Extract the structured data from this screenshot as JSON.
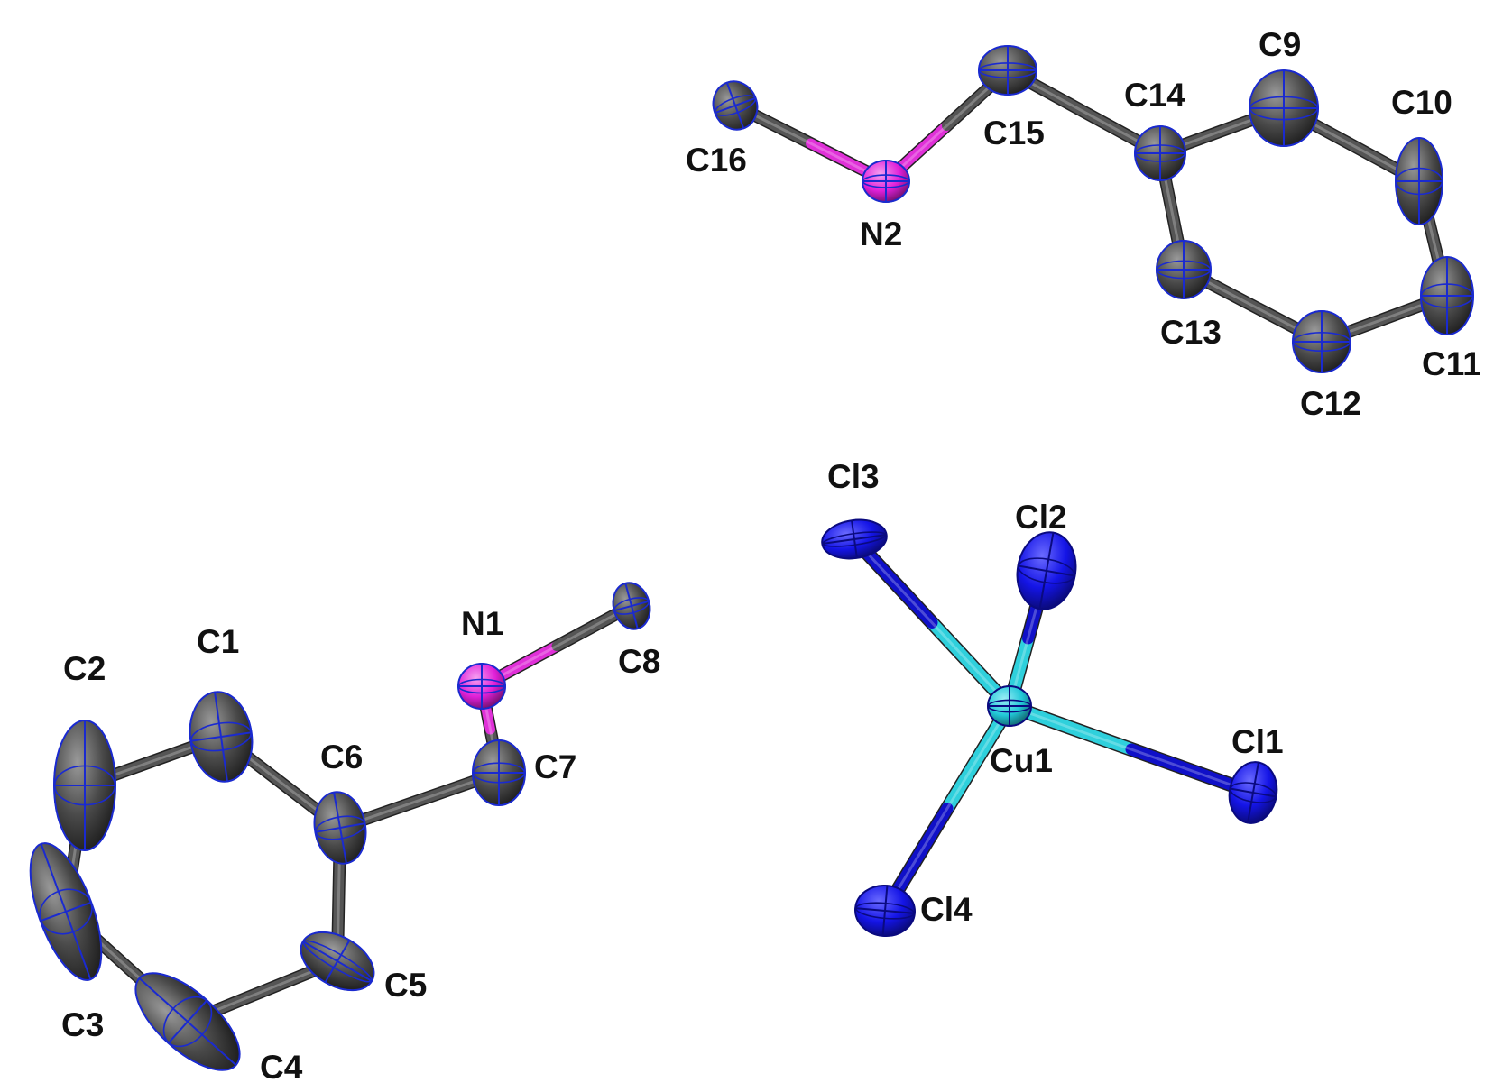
{
  "colors": {
    "carbon": "#4a4a4a",
    "carbon_highlight": "#9a9a9a",
    "nitrogen": "#e020d8",
    "nitrogen_highlight": "#f5a0f0",
    "chlorine": "#1414e6",
    "chlorine_highlight": "#6a6aff",
    "copper": "#22c8d8",
    "copper_highlight": "#9aeef6",
    "ellipse_outline": "#1a2ad0",
    "cu_bond": "#2fd0dc",
    "cl_bond": "#1010c8",
    "nh_bond": "#e030d8",
    "cc_bond": "#555555",
    "label": "#111111"
  },
  "atoms": [
    {
      "id": "C1",
      "label": "C1",
      "element": "C"
    },
    {
      "id": "C2",
      "label": "C2",
      "element": "C"
    },
    {
      "id": "C3",
      "label": "C3",
      "element": "C"
    },
    {
      "id": "C4",
      "label": "C4",
      "element": "C"
    },
    {
      "id": "C5",
      "label": "C5",
      "element": "C"
    },
    {
      "id": "C6",
      "label": "C6",
      "element": "C"
    },
    {
      "id": "C7",
      "label": "C7",
      "element": "C"
    },
    {
      "id": "C8",
      "label": "C8",
      "element": "C"
    },
    {
      "id": "N1",
      "label": "N1",
      "element": "N"
    },
    {
      "id": "C9",
      "label": "C9",
      "element": "C"
    },
    {
      "id": "C10",
      "label": "C10",
      "element": "C"
    },
    {
      "id": "C11",
      "label": "C11",
      "element": "C"
    },
    {
      "id": "C12",
      "label": "C12",
      "element": "C"
    },
    {
      "id": "C13",
      "label": "C13",
      "element": "C"
    },
    {
      "id": "C14",
      "label": "C14",
      "element": "C"
    },
    {
      "id": "C15",
      "label": "C15",
      "element": "C"
    },
    {
      "id": "C16",
      "label": "C16",
      "element": "C"
    },
    {
      "id": "N2",
      "label": "N2",
      "element": "N"
    },
    {
      "id": "Cu1",
      "label": "Cu1",
      "element": "Cu"
    },
    {
      "id": "Cl1",
      "label": "Cl1",
      "element": "Cl"
    },
    {
      "id": "Cl2",
      "label": "Cl2",
      "element": "Cl"
    },
    {
      "id": "Cl3",
      "label": "Cl3",
      "element": "Cl"
    },
    {
      "id": "Cl4",
      "label": "Cl4",
      "element": "Cl"
    }
  ],
  "bonds": [
    [
      "C1",
      "C2"
    ],
    [
      "C1",
      "C6"
    ],
    [
      "C2",
      "C3"
    ],
    [
      "C3",
      "C4"
    ],
    [
      "C4",
      "C5"
    ],
    [
      "C5",
      "C6"
    ],
    [
      "C6",
      "C7"
    ],
    [
      "C7",
      "N1"
    ],
    [
      "N1",
      "C8"
    ],
    [
      "C16",
      "N2"
    ],
    [
      "N2",
      "C15"
    ],
    [
      "C15",
      "C14"
    ],
    [
      "C14",
      "C9"
    ],
    [
      "C9",
      "C10"
    ],
    [
      "C10",
      "C11"
    ],
    [
      "C11",
      "C12"
    ],
    [
      "C12",
      "C13"
    ],
    [
      "C13",
      "C14"
    ],
    [
      "Cu1",
      "Cl1"
    ],
    [
      "Cu1",
      "Cl2"
    ],
    [
      "Cu1",
      "Cl3"
    ],
    [
      "Cu1",
      "Cl4"
    ]
  ]
}
